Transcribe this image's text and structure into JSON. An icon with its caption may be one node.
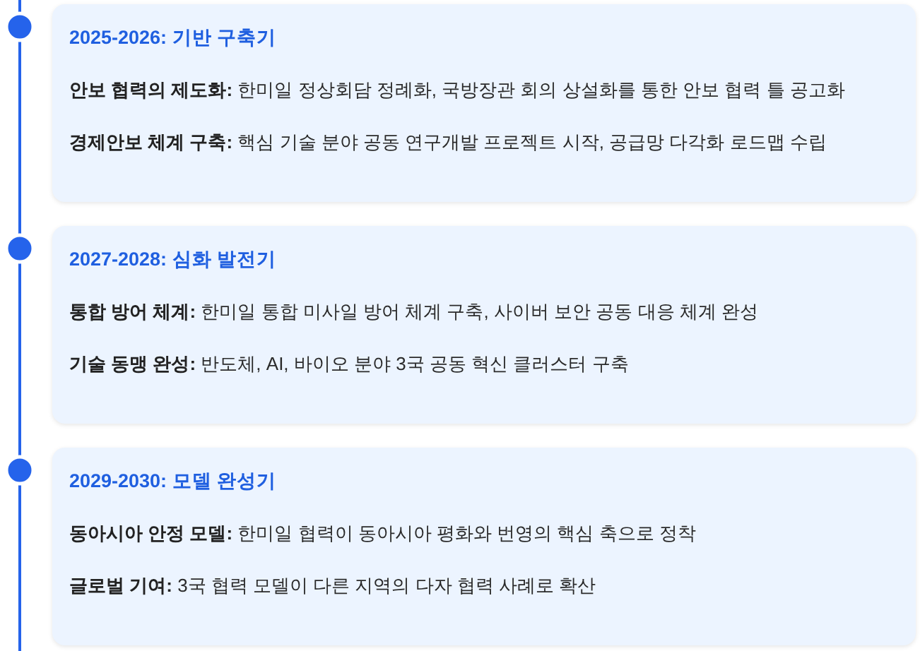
{
  "diagram": {
    "nodes": [
      {
        "text": [
          "2025-2026: 기반 구축기",
          "**안보 협력의 제도화:** 한미일 정상회담 정례화, 국방장관 회의 상설화를 통한 안보 협력 틀 공고화",
          "**경제안보 체계 구축:** 핵심 기술 분야 공동 연구개발 프로젝트 시작, 공급망 다각화 로드맵 수립"
        ]
      },
      {
        "text": [
          "2027-2028: 심화 발전기",
          "**통합 방어 체계:** 한미일 통합 미사일 방어 체계 구축, 사이버 보안 공동 대응 체계 완성",
          "**기술 동맹 완성:** 반도체, AI, 바이오 분야 3국 공동 혁신 클러스터 구축"
        ]
      },
      {
        "text": [
          "2029-2030: 모델 완성기",
          "**동아시아 안정 모델:** 한미일 협력이 동아시아 평화와 번영의 핵심 축으로 정착",
          "**글로벌 기여:** 3국 협력 모델이 다른 지역의 다자 협력 사례로 확산"
        ]
      }
    ],
    "edges": []
  }
}
